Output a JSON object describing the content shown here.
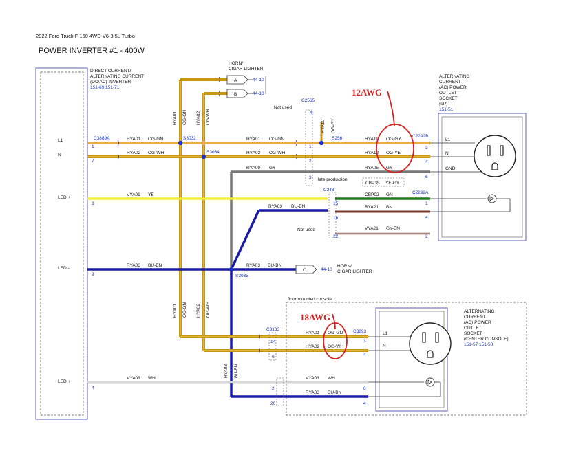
{
  "header": {
    "vehicle": "2022 Ford Truck F 150 4WD V6-3.5L Turbo",
    "title": "POWER INVERTER #1 - 400W"
  },
  "inverter": {
    "lines": [
      "DIRECT CURRENT/",
      "ALTERNATING CURRENT",
      "(DC/AC) INVERTER"
    ],
    "refs": "151-69  151-71"
  },
  "pins": {
    "l1": "L1",
    "n": "N",
    "led_plus": "LED +",
    "led_minus": "LED -",
    "led_plus2": "LED +",
    "n1": "1",
    "n7": "7",
    "n3": "3",
    "n9": "9",
    "n4": "4"
  },
  "horn_top": {
    "lines": [
      "HORN/",
      "CIGAR LIGHTER"
    ],
    "a": "A",
    "b": "B",
    "ref": "44-10"
  },
  "connectors": {
    "c3889a": "C3889A",
    "s3032": "S3032",
    "s3034": "S3034",
    "c2565": "C2565",
    "s256": "S256",
    "c2292b": "C2292B",
    "c248": "C248",
    "c2292a": "C2292A",
    "cbp35": "CBP35",
    "cbp35_wire": "YE-GY",
    "s3035": "S3035",
    "c3133": "C3133",
    "c3893": "C3893"
  },
  "notes": {
    "not_used_1": "Not used",
    "not_used_2": "Not used",
    "late_production": "late production",
    "floor_console": "floor mounted console"
  },
  "wires": {
    "hya01": "HYA01",
    "og_gn": "OG-GN",
    "hya02": "HYA02",
    "og_wh": "OG-WH",
    "hya10": "HYA10",
    "og_gy": "OG-GY",
    "hya12": "HYA12",
    "og_ye": "OG-YE",
    "rya09": "RYA09",
    "gy": "GY",
    "rya05": "RYA05",
    "vya01": "VYA01",
    "ye": "YE",
    "cbp02": "CBP02",
    "gn": "GN",
    "rya03": "RYA03",
    "bu_bn": "BU-BN",
    "rya21": "RYA21",
    "bn": "BN",
    "vya21": "VYA21",
    "gy_bn": "GY-BN",
    "vya03": "VYA03",
    "wh": "WH"
  },
  "socket_ip": {
    "lines": [
      "ALTERNATING",
      "CURRENT",
      "(AC) POWER",
      "OUTLET",
      "SOCKET",
      "(I/P)"
    ],
    "ref": "151-51",
    "l1": "L1",
    "n": "N",
    "gnd": "GND"
  },
  "horn_bottom": {
    "c": "C",
    "ref": "44-10",
    "lines": [
      "HORN/",
      "CIGAR LIGHTER"
    ]
  },
  "socket_console": {
    "lines": [
      "ALTERNATING",
      "CURRENT",
      "(AC) POWER",
      "OUTLET",
      "SOCKET",
      "(CENTER CONSOLE)"
    ],
    "refs": "151-57  151-58",
    "l1": "L1",
    "n": "N"
  },
  "annotations": {
    "awg12": "12AWG",
    "awg18": "18AWG"
  },
  "colors": {
    "og": "#c8960f",
    "og_light": "#e8c75a",
    "blue": "#1a1aa8",
    "gray": "#777777",
    "yellow": "#f2ee3a",
    "green": "#1f7a1f",
    "brown": "#7a3a2a",
    "ann_red": "#d62020",
    "pin_blue": "#1a33c4",
    "outline": "#7a7ac8"
  }
}
